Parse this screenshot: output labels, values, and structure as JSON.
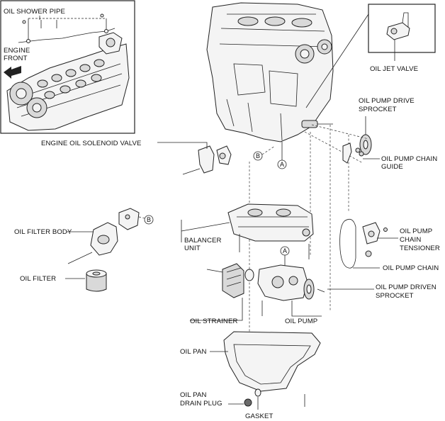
{
  "labels": {
    "oil_shower_pipe": "OIL SHOWER PIPE",
    "engine_front_1": "ENGINE",
    "engine_front_2": "FRONT",
    "oil_jet_valve": "OIL JET VALVE",
    "oil_pump_drive_sprocket_1": "OIL PUMP DRIVE",
    "oil_pump_drive_sprocket_2": "SPROCKET",
    "engine_oil_solenoid_valve": "ENGINE OIL SOLENOID VALVE",
    "oil_pump_chain_guide_1": "OIL PUMP CHAIN",
    "oil_pump_chain_guide_2": "GUIDE",
    "oil_filter_body": "OIL FILTER BODY",
    "balancer_unit_1": "BALANCER",
    "balancer_unit_2": "UNIT",
    "oil_pump_chain_tensioner_1": "OIL PUMP",
    "oil_pump_chain_tensioner_2": "CHAIN",
    "oil_pump_chain_tensioner_3": "TENSIONER",
    "oil_filter": "OIL FILTER",
    "oil_pump_chain": "OIL PUMP CHAIN",
    "oil_pump_driven_sprocket_1": "OIL PUMP DRIVEN",
    "oil_pump_driven_sprocket_2": "SPROCKET",
    "oil_strainer": "OIL STRAINER",
    "oil_pump": "OIL PUMP",
    "oil_pan": "OIL PAN",
    "oil_pan_drain_plug_1": "OIL PAN",
    "oil_pan_drain_plug_2": "DRAIN PLUG",
    "gasket": "GASKET"
  },
  "callouts": {
    "a": "A",
    "b": "B"
  }
}
